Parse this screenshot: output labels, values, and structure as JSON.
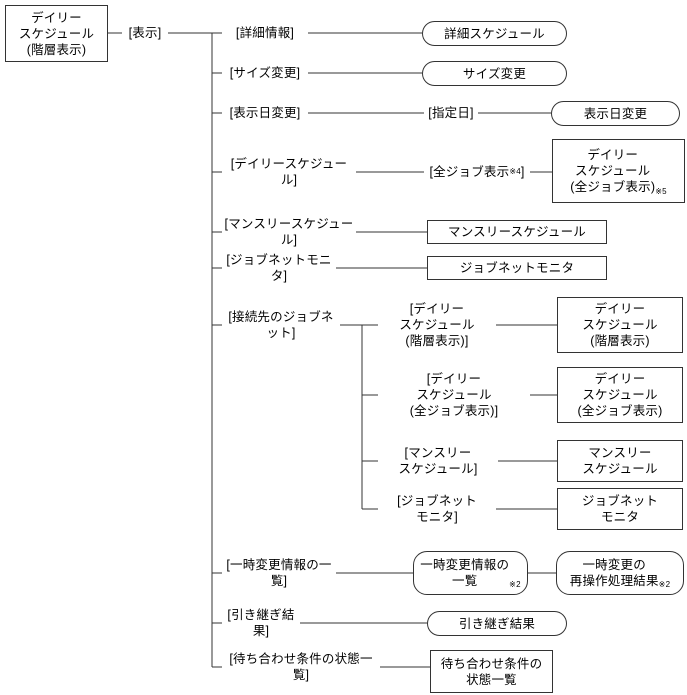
{
  "diagram": {
    "type": "window-transition-tree",
    "title_node": "デイリー\nスケジュール\n(階層表示)",
    "root": {
      "label": "デイリー\nスケジュール\n(階層表示)",
      "shape": "window"
    },
    "root_menu": {
      "label": "[表示]",
      "shape": "menu"
    },
    "branches": [
      {
        "menu": "[詳細情報]",
        "target": "詳細スケジュール",
        "target_shape": "dialog"
      },
      {
        "menu": "[サイズ変更]",
        "target": "サイズ変更",
        "target_shape": "dialog"
      },
      {
        "menu": "[表示日変更]",
        "submenu": "[指定日]",
        "target": "表示日変更",
        "target_shape": "dialog"
      },
      {
        "menu": "[デイリースケジュール]",
        "submenu": "[全ジョブ表示※4]",
        "submenu_text": "[全ジョブ表示",
        "submenu_sup": "※4",
        "submenu_tail": "]",
        "target": "デイリー\nスケジュール\n(全ジョブ表示)",
        "target_sup": "※5",
        "target_shape": "window"
      },
      {
        "menu": "[マンスリースケジュール]",
        "target": "マンスリースケジュール",
        "target_shape": "window"
      },
      {
        "menu": "[ジョブネットモニタ]",
        "target": "ジョブネットモニタ",
        "target_shape": "window"
      },
      {
        "menu": "[接続先のジョブネット]",
        "children": [
          {
            "submenu": "[デイリー\nスケジュール\n(階層表示)]",
            "target": "デイリー\nスケジュール\n(階層表示)",
            "target_shape": "window"
          },
          {
            "submenu": "[デイリー\nスケジュール\n(全ジョブ表示)]",
            "target": "デイリー\nスケジュール\n(全ジョブ表示)",
            "target_shape": "window"
          },
          {
            "submenu": "[マンスリー\nスケジュール]",
            "target": "マンスリー\nスケジュール",
            "target_shape": "window"
          },
          {
            "submenu": "[ジョブネット\nモニタ]",
            "target": "ジョブネット\nモニタ",
            "target_shape": "window"
          }
        ]
      },
      {
        "menu": "[一時変更情報の一覧]",
        "target": "一時変更情報の\n一覧",
        "target_sup": "※2",
        "target_shape": "dialog",
        "next_target": "一時変更の\n再操作処理結果",
        "next_target_sup": "※2",
        "next_target_shape": "dialog"
      },
      {
        "menu": "[引き継ぎ結果]",
        "target": "引き継ぎ結果",
        "target_shape": "dialog"
      },
      {
        "menu": "[待ち合わせ条件の状態一覧]",
        "target": "待ち合わせ条件の\n状態一覧",
        "target_shape": "window"
      }
    ],
    "footnotes_inline": [
      "※2",
      "※4",
      "※5"
    ],
    "colors": {
      "stroke": "#333333",
      "background": "#ffffff",
      "text": "#000000"
    }
  }
}
